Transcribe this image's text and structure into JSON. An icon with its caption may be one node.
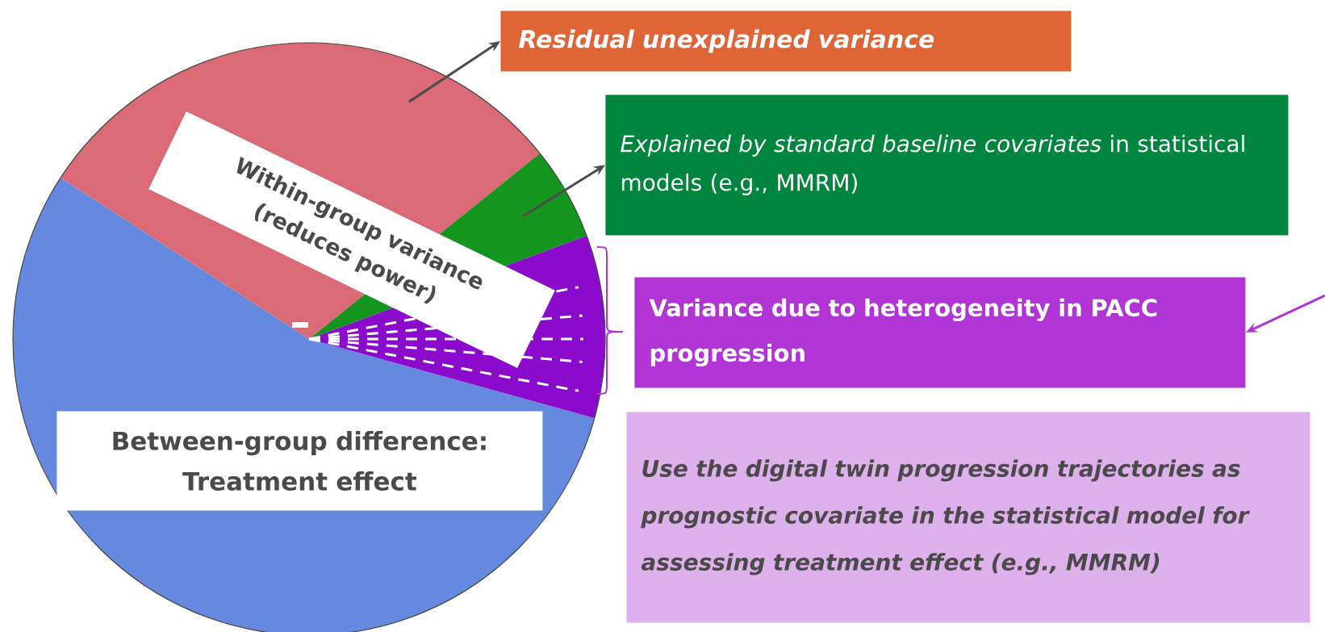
{
  "diagram": {
    "nodes": [
      {
        "text": [
          "Residual unexplained variance"
        ]
      },
      {
        "text": [
          "*Explained by standard baseline covariates* in statistical models (e.g., MMRM)"
        ]
      },
      {
        "text": [
          "Variance due to heterogeneity in PACC progression"
        ]
      },
      {
        "text": [
          "Use the digital twin progression trajectories as prognostic covariate in the statistical model for assessing treatment effect (e.g., MMRM)"
        ]
      },
      {
        "text": [
          "Within-group variance (reduces power)"
        ]
      },
      {
        "text": [
          "Between-group difference: Treatment effect"
        ]
      },
      {
        "text": [],
        "shape": "sector"
      },
      {
        "text": [],
        "shape": "sector"
      }
    ],
    "edges": [
      {
        "from": 6,
        "to": 0,
        "arrow": "to"
      },
      {
        "from": 7,
        "to": 1,
        "arrow": "to"
      },
      {
        "from": null,
        "to": 2,
        "arrow": "to",
        "color": "#b035d4"
      }
    ]
  }
}
